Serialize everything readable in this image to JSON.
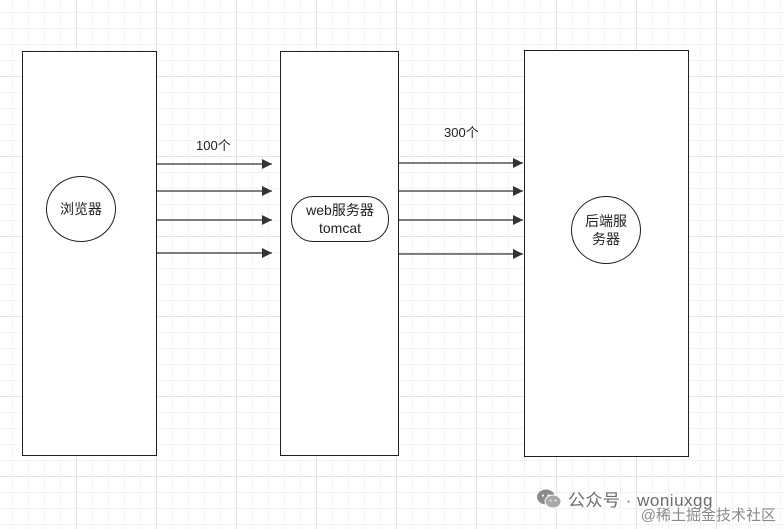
{
  "diagram": {
    "browser": {
      "label": "浏览器"
    },
    "web_server": {
      "line1": "web服务器",
      "line2": "tomcat"
    },
    "backend": {
      "line1": "后端服",
      "line2": "务器"
    },
    "edge_left_label": "100个",
    "edge_right_label": "300个"
  },
  "watermark": {
    "icon": "wechat-icon",
    "text": "公众号 · woniuxgg"
  },
  "credit": {
    "text": "@稀土掘金技术社区"
  },
  "colors": {
    "stroke": "#1f1f1f",
    "arrow": "#333333",
    "grid": "#e4e4e4",
    "watermark": "#6b6b6b"
  }
}
